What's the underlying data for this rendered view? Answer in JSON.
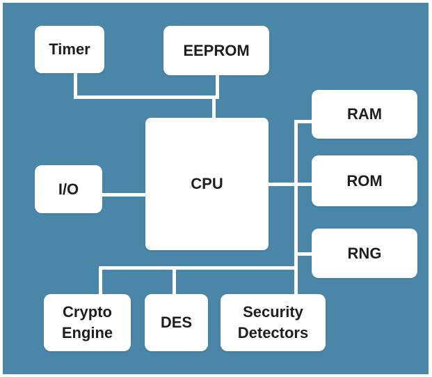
{
  "diagram": {
    "background_color": "#4a86a8",
    "block_color": "#ffffff",
    "text_color": "#1e1e1e",
    "blocks": {
      "timer": "Timer",
      "eeprom": "EEPROM",
      "cpu": "CPU",
      "io": "I/O",
      "ram": "RAM",
      "rom": "ROM",
      "rng": "RNG",
      "crypto_line1": "Crypto",
      "crypto_line2": "Engine",
      "des": "DES",
      "security_line1": "Security",
      "security_line2": "Detectors"
    }
  }
}
